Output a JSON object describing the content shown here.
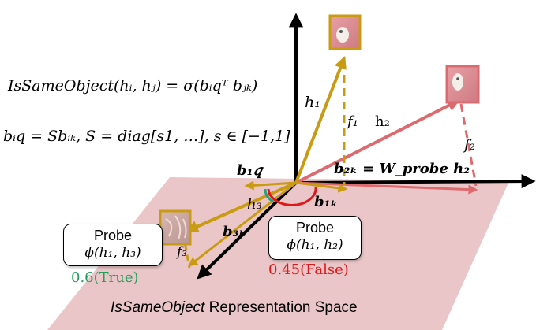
{
  "equations": {
    "is_same_object": "IsSameObject(hᵢ, hⱼ) = σ(bᵢ𝑞ᵀ bⱼₖ)",
    "b_iq": "bᵢ𝑞 = Sbᵢₖ, S = diag[s1, …], s ∈ [−1,1]"
  },
  "vectors": {
    "h1": "h₁",
    "h2": "h₂",
    "h3": "h₃",
    "f1": "f₁",
    "f2": "f₂",
    "f3": "f₃",
    "b1q": "b₁𝑞",
    "b1k": "b₁ₖ",
    "b3k": "b₃ₖ",
    "b2k_eq": "b₂ₖ = W_probe h₂"
  },
  "probes": {
    "left": {
      "title": "Probe",
      "func": "ϕ(h₁, h₃)",
      "result": "0.6(True)",
      "result_color": "#22a05a"
    },
    "right": {
      "title": "Probe",
      "func": "ϕ(h₁, h₂)",
      "result": "0.45(False)",
      "result_color": "#e01818"
    }
  },
  "caption": {
    "italic": "IsSameObject",
    "rest": " Representation Space"
  },
  "colors": {
    "gold": "#c89b12",
    "red": "#dc6a6e",
    "plane": "#e6bcbe",
    "green_arc": "#2aa07a",
    "red_arc": "#e01818"
  },
  "icons": [
    "cat-image-icon",
    "cat-image-icon",
    "fur-image-icon"
  ]
}
